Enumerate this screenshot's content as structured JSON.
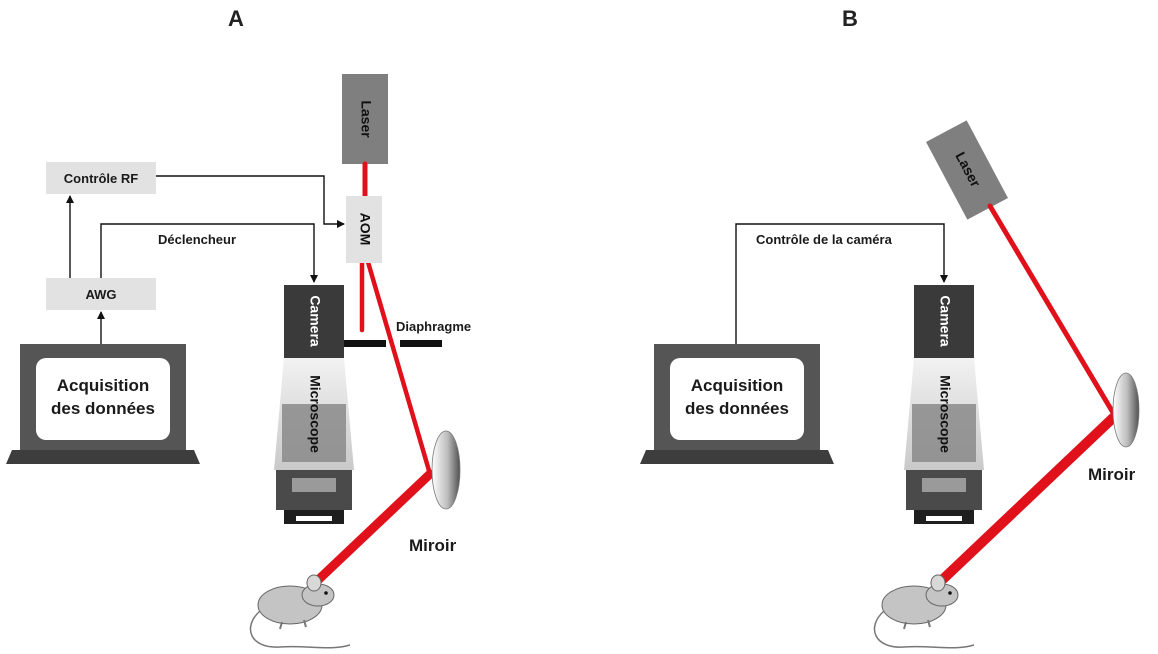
{
  "panels": {
    "a": {
      "label": "A"
    },
    "b": {
      "label": "B"
    }
  },
  "labels": {
    "laser": "Laser",
    "aom": "AOM",
    "controle_rf": "Contrôle RF",
    "awg": "AWG",
    "declencheur": "Déclencheur",
    "camera": "Camera",
    "microscope": "Microscope",
    "diaphragme": "Diaphragme",
    "miroir": "Miroir",
    "acquisition_line1": "Acquisition",
    "acquisition_line2": "des données",
    "controle_camera": "Contrôle de la caméra"
  },
  "colors": {
    "beam": "#e0111b",
    "laser_box": "#7f7f7f",
    "camera_box": "#3a3a3a",
    "aom_box": "#e2e2e2",
    "laptop_body": "#555555"
  }
}
